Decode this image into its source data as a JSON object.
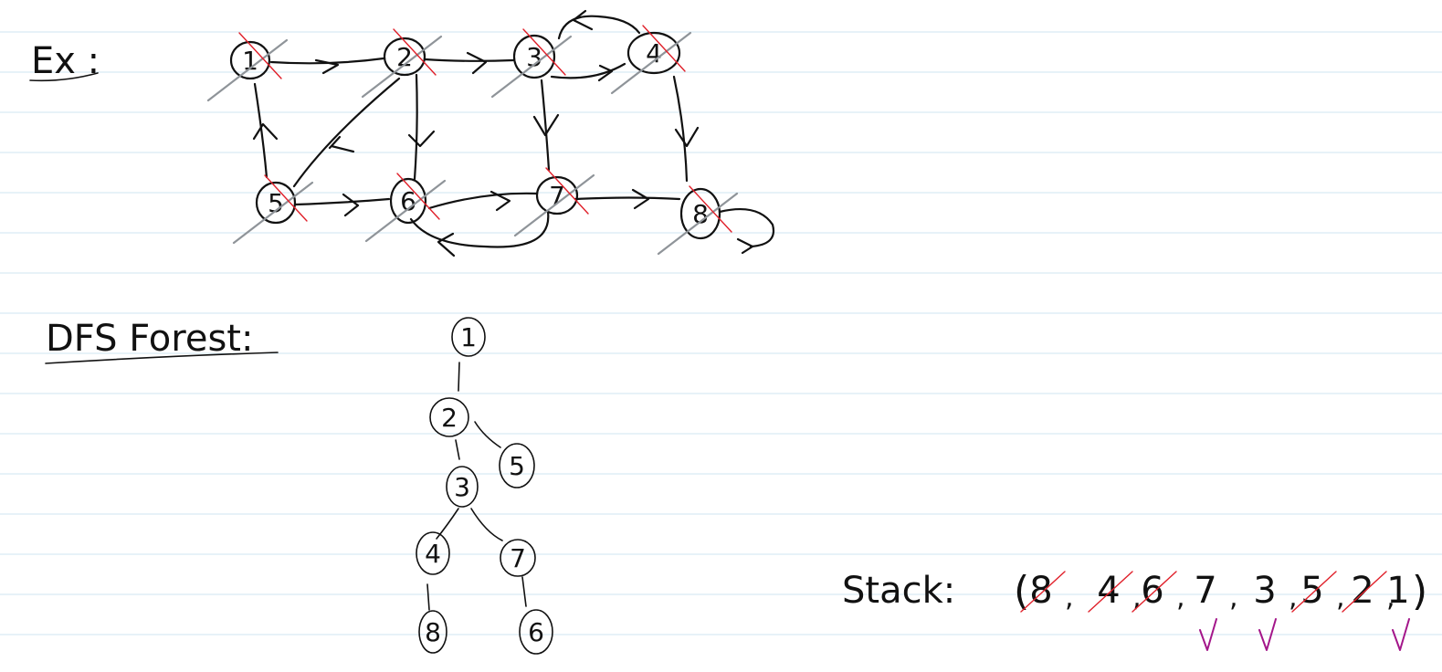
{
  "labels": {
    "example": "Ex :",
    "forest": "DFS Forest:",
    "stack": "Stack:"
  },
  "graph": {
    "nodes": [
      "1",
      "2",
      "3",
      "4",
      "5",
      "6",
      "7",
      "8"
    ]
  },
  "tree": {
    "nodes": [
      "1",
      "2",
      "3",
      "4",
      "5",
      "6",
      "7",
      "8"
    ]
  },
  "stack_items": [
    "8",
    "4",
    "6",
    "7",
    "3",
    "5",
    "2",
    "1"
  ],
  "stack_open": "(",
  "stack_close": ")",
  "colors": {
    "ink": "#111111",
    "strike_red": "#e0202a",
    "strike_gray": "#8f9499",
    "check_magenta": "#a3168a",
    "rule_line": "#cfe4f0"
  }
}
